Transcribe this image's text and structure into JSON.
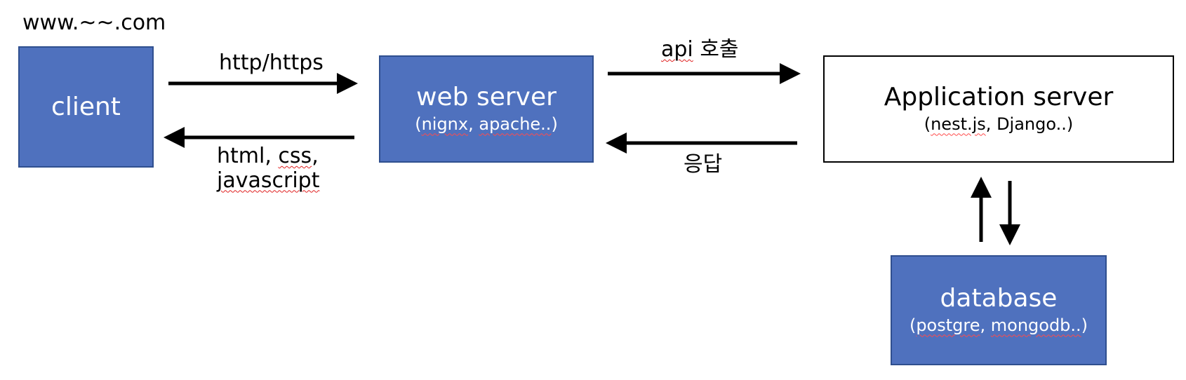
{
  "url_label": "www.~~.com",
  "nodes": {
    "client": {
      "title": "client"
    },
    "web_server": {
      "title": "web server",
      "sub_part1": "nignx",
      "sub_part2": "apache.."
    },
    "app_server": {
      "title": "Application server",
      "sub_part1": "nest.js",
      "sub_part2": "Django.."
    },
    "database": {
      "title": "database",
      "sub_part1": "postgre",
      "sub_part2": "mongodb.."
    }
  },
  "edges": {
    "request": "http/https",
    "response_line1": "html,",
    "response_css": "css",
    "response_comma": ",",
    "response_line2": "javascript",
    "api_prefix": "api",
    "api_suffix": "호출",
    "api_response": "응답"
  },
  "colors": {
    "box_fill": "#4f71be",
    "box_border": "#2f4f8f",
    "outline_border": "#000000",
    "arrow": "#000000",
    "spellcheck_squiggle": "#e02020"
  }
}
